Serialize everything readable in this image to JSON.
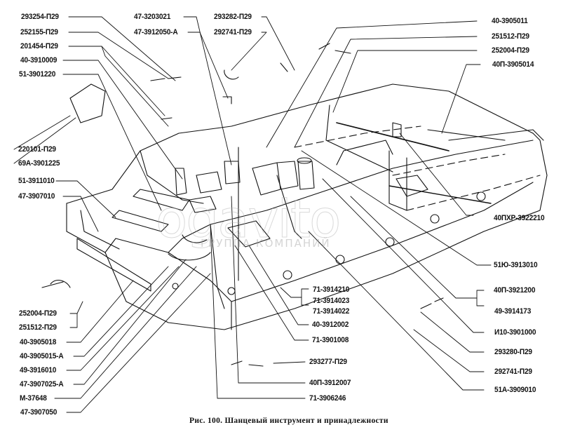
{
  "figure": {
    "caption": "Рис. 100. Шанцевый инструмент и принадлежности",
    "watermark_logo": "ogavito",
    "watermark_text": "ГРУППА КОМПАНИЙ"
  },
  "labels_left": [
    "293254-П29",
    "252155-П29",
    "201454-П29",
    "40-3910009",
    "51-3901220",
    "220101-П29",
    "69А-3901225",
    "51-3911010",
    "47-3907010",
    "252004-П29",
    "251512-П29",
    "40-3905018",
    "40-3905015-А",
    "49-3916010",
    "47-3907025-А",
    "М-37648",
    "47-3907050"
  ],
  "labels_top": [
    "47-3203021",
    "47-3912050-А",
    "293282-П29",
    "292741-П29"
  ],
  "labels_right": [
    "40-3905011",
    "251512-П29",
    "252004-П29",
    "40П-3905014",
    "40ПХР-3922210",
    "51Ю-3913010",
    "40П-3921200",
    "49-3914173",
    "И10-3901000",
    "293280-П29",
    "292741-П29",
    "51А-3909010"
  ],
  "labels_center": [
    "71-3914210",
    "71-3914023",
    "71-3914022",
    "40-3912002",
    "71-3901008",
    "293277-П29",
    "40П-3912007",
    "71-3906246"
  ]
}
